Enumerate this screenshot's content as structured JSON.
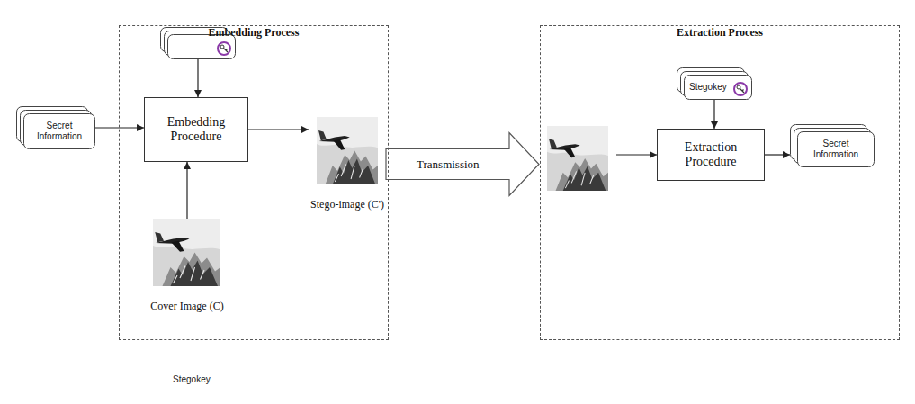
{
  "diagram": {
    "nodes": [
      {
        "text": [
          "Embedding Process"
        ]
      },
      {
        "text": [
          "Secret Information"
        ]
      },
      {
        "text": [
          "Stegokey"
        ],
        "in": 0
      },
      {
        "text": [
          "Embedding Procedure"
        ],
        "in": 0
      },
      {
        "text": [
          "Stego-image (C')"
        ],
        "in": 0
      },
      {
        "text": [
          "Cover Image (C)"
        ],
        "in": 0
      },
      {
        "text": [
          "Extraction Process"
        ]
      },
      {
        "text": [
          "Stego-image (C')"
        ],
        "in": 6
      },
      {
        "text": [
          "Stegokey"
        ],
        "in": 6
      },
      {
        "text": [
          "Extraction Procedure"
        ],
        "in": 6
      },
      {
        "text": [
          "Secret Information"
        ],
        "in": 6
      }
    ],
    "edges": [
      {
        "from": 1,
        "to": 3,
        "arrow": "to"
      },
      {
        "from": 2,
        "to": 3,
        "arrow": "to"
      },
      {
        "from": 5,
        "to": 3,
        "arrow": "to"
      },
      {
        "from": 3,
        "to": 4,
        "arrow": "to"
      },
      {
        "from": 4,
        "to": 7,
        "label": "Transmission",
        "arrow": "to"
      },
      {
        "from": 8,
        "to": 9,
        "arrow": "to"
      },
      {
        "from": 7,
        "to": 9,
        "arrow": "to"
      },
      {
        "from": 9,
        "to": 10,
        "arrow": "to"
      }
    ]
  }
}
